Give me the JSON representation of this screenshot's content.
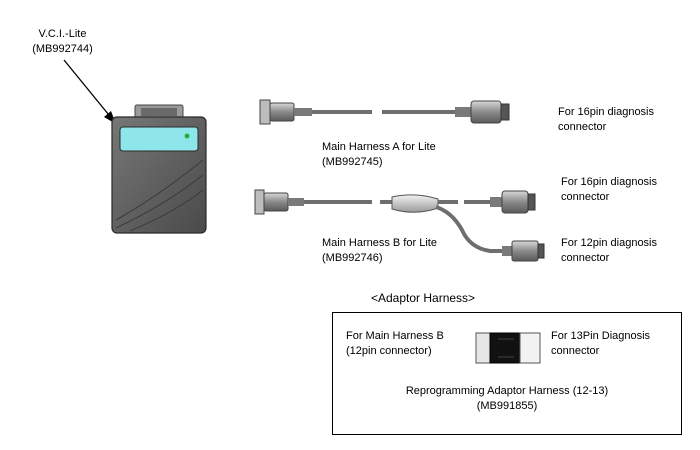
{
  "vci": {
    "name": "V.C.I.-Lite",
    "part": "(MB992744)"
  },
  "harness_a": {
    "name": "Main Harness A for Lite",
    "part": "(MB992745)",
    "end_line1": "For 16pin diagnosis",
    "end_line2": "connector"
  },
  "harness_b": {
    "name": "Main Harness B for Lite",
    "part": "(MB992746)",
    "end16_line1": "For 16pin diagnosis",
    "end16_line2": "connector",
    "end12_line1": "For 12pin diagnosis",
    "end12_line2": "connector"
  },
  "adaptor": {
    "section_title": "<Adaptor Harness>",
    "left_line1": "For Main Harness B",
    "left_line2": "(12pin connector)",
    "right_line1": "For 13Pin Diagnosis",
    "right_line2": "connector",
    "name": "Reprogramming Adaptor Harness (12-13)",
    "part": "(MB991855)"
  },
  "colors": {
    "device_body": "#5f5f5f",
    "device_screen": "#8fe6ea",
    "cable": "#6e6e6e",
    "connector": "#9a9a9a",
    "led": "#1faa3a"
  }
}
